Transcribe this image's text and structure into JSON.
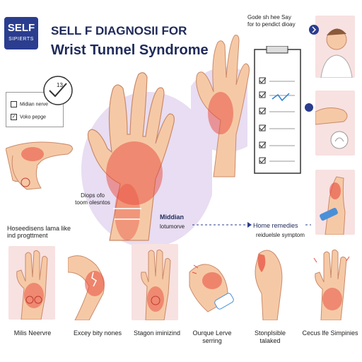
{
  "badge": {
    "line1": "SELF",
    "line2": "SIPIERTS"
  },
  "title": {
    "line1": "SELL F DIAGNOSII FOR",
    "line2": "Wrist Tunnel Syndrome"
  },
  "checklist_left": {
    "item1": "Midian nerve",
    "item2": "Voko pepge",
    "bubble": "13"
  },
  "top_right_caption": {
    "line1": "Gode sh hee Say",
    "line2": "for to pendict dioay"
  },
  "center_labels": {
    "left_l1": "Diops ofo",
    "left_l2": "toom olesntos",
    "right_l1": "Middian",
    "right_l2": "lotumorve"
  },
  "left_mid_caption": {
    "line1": "Hoseedisens lama like",
    "line2": "ind progttment"
  },
  "home_remedies": {
    "title": "Home remedies",
    "subtitle": "reiduelsle symptom"
  },
  "bottom_captions": [
    {
      "l1": "Milis Neervre",
      "l2": ""
    },
    {
      "l1": "Excey bity nones",
      "l2": ""
    },
    {
      "l1": "Stagon iminizind",
      "l2": ""
    },
    {
      "l1": "Ourque Lerve",
      "l2": "serring"
    },
    {
      "l1": "Stonplsible",
      "l2": "talaked"
    },
    {
      "l1": "Cecus lfe Simpinies",
      "l2": ""
    }
  ],
  "colors": {
    "navy": "#2a3d8f",
    "skin": "#f6c9a6",
    "inflame": "#e84a3c",
    "lavender": "#e8ddf2",
    "pink": "#f8e1e1"
  }
}
